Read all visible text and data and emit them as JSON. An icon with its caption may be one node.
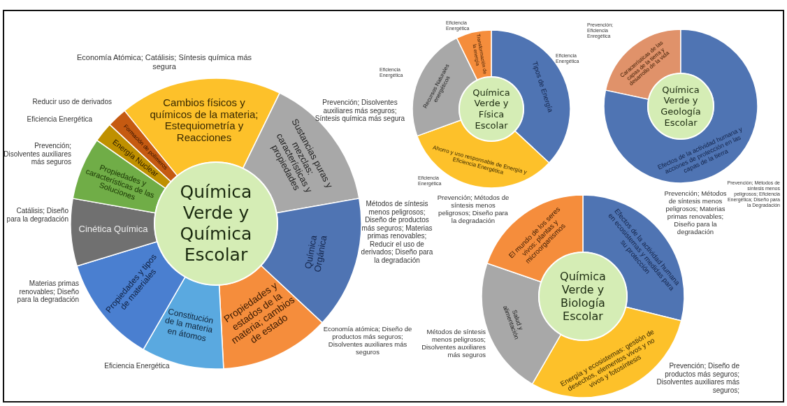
{
  "diagram": {
    "nodes": [
      {
        "text": [
          "Química Verde y Química Escolar"
        ]
      },
      {
        "text": [
          "Cambios físicos y químicos de la materia; Estequiometría y Reacciones"
        ],
        "beside": [
          "Economía Atómica; Catálisis; Síntesis química más segura"
        ]
      },
      {
        "text": [
          "Sustancias puras y mezclas: características y propiedades"
        ],
        "beside": [
          "Prevención; Disolventes auxiliares más seguros; Síntesis química más segura"
        ]
      },
      {
        "text": [
          "Química Orgánica"
        ],
        "beside": [
          "Métodos de síntesis menos peligrosos; Diseño de productos más seguros; Materias primas renovables; Reducir el uso de derivados; Diseño para la degradación"
        ]
      },
      {
        "text": [
          "Propiedades y estados de la materia; cambios de estado"
        ],
        "beside": [
          "Economía atómica; Diseño de productos más seguros; Disolventes auxiliares más seguros"
        ]
      },
      {
        "text": [
          "Constitución de la materia en átomos"
        ],
        "beside": [
          "Eficiencia Energética"
        ]
      },
      {
        "text": [
          "Propiedades y tipos de materiales"
        ],
        "beside": [
          "Materias primas renovables; Diseño para la degradación"
        ]
      },
      {
        "text": [
          "Cinética Química"
        ],
        "beside": [
          "Catálisis; Diseño para la degradación"
        ]
      },
      {
        "text": [
          "Propiedades y características de las Soluciones"
        ],
        "beside": [
          "Prevención; Disolventes auxiliares más seguros"
        ]
      },
      {
        "text": [
          "Energía Nuclear"
        ],
        "beside": [
          "Eficiencia Energética"
        ]
      },
      {
        "text": [
          "Formación de polímeros"
        ],
        "beside": [
          "Reducir uso de derivados"
        ]
      },
      {
        "text": [
          "Química Verde y Física Escolar"
        ]
      },
      {
        "text": [
          "Tipos de Energía"
        ],
        "beside": [
          "Eficiencia Energética"
        ]
      },
      {
        "text": [
          "Ahorro y uso responsable de Energía y Eficiencia Energética"
        ],
        "beside": [
          "Eficiencia Energética"
        ]
      },
      {
        "text": [
          "Recursos Naturales energéticos"
        ],
        "beside": [
          "Eficiencia Energética"
        ]
      },
      {
        "text": [
          "Transformación de la energía"
        ],
        "beside": [
          "Eficiencia Energética"
        ]
      },
      {
        "text": [
          "Química Verde y Geología Escolar"
        ]
      },
      {
        "text": [
          "Características de las capas de la tierra y desarrollo de la vida"
        ],
        "beside": [
          "Prevención; Eficiencia Enregética"
        ]
      },
      {
        "text": [
          "Efectos de la actividad humana y acciones de protección en las capas de la tierra"
        ],
        "beside": [
          "Prevención; Métodos de síntesis menos peligrosos; Eficiencia Energética; Diseño para la Degradación"
        ]
      },
      {
        "text": [
          "Química Verde y Biología Escolar"
        ]
      },
      {
        "text": [
          "Efectos de la actividad humana en ecosistemas y medidas para su protección"
        ],
        "beside": [
          "Prevención; Métodos de síntesis menos peligrosos; Materias primas renovables; Diseño para la degradación"
        ]
      },
      {
        "text": [
          "Energía y ecosistemas: gestión de desechos, elementos vivos y no vivos y fotosíntesis"
        ],
        "beside": [
          "Prevención; Diseño de productos más seguros; Disolventes auxiliares más seguros;"
        ]
      },
      {
        "text": [
          "Salud y alimentación"
        ],
        "beside": [
          "Métodos de síntesis menos peligrosos; Disolventes auxiliares más seguros"
        ]
      },
      {
        "text": [
          "El mundo de los seres vivos: plantas y microorganismos"
        ],
        "beside": [
          "Prevención; Métodos de síntesis menos peligrosos; Diseño para la degradación"
        ]
      }
    ]
  }
}
